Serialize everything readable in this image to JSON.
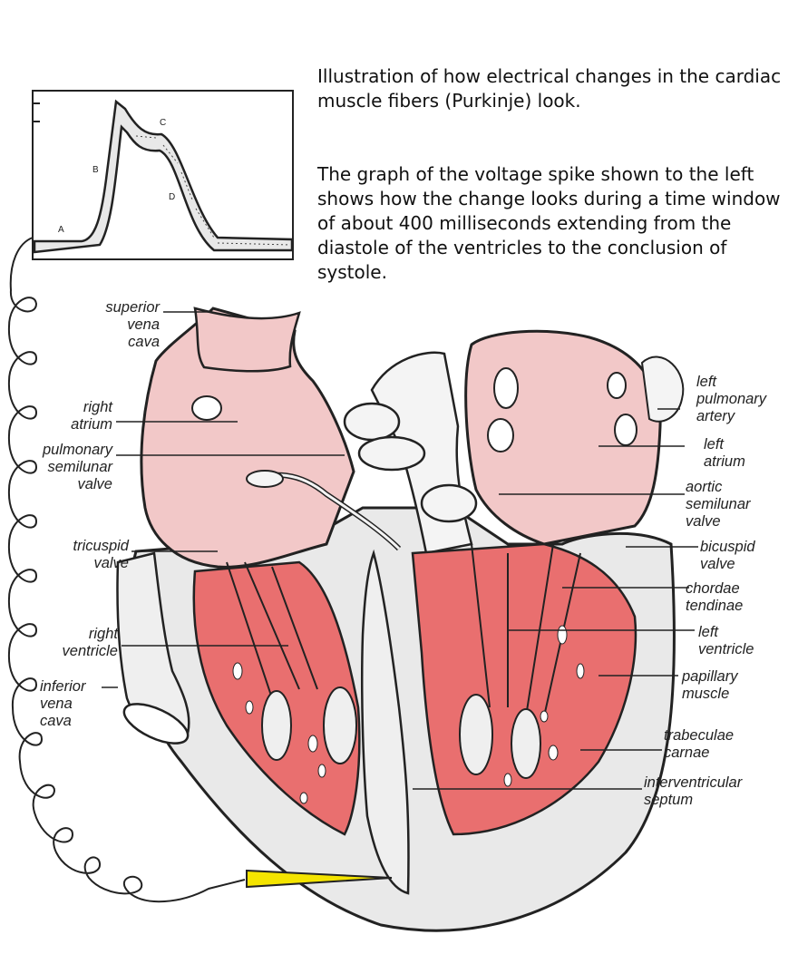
{
  "description": {
    "line1": "Illustration of how electrical changes in the cardiac muscle fibers (Purkinje) look.",
    "line2": "The graph of the voltage spike shown to the left shows how the change looks during a time window of about 400 milliseconds extending from the diastole of the ventricles to the conclusion of systole."
  },
  "graph_letters": {
    "a": "A",
    "b": "B",
    "c": "C",
    "d": "D"
  },
  "labels": {
    "superior_vena_cava": "superior\nvena\ncava",
    "right_atrium": "right\natrium",
    "pulmonary_semilunar_valve": "pulmonary\nsemilunar\nvalve",
    "tricuspid_valve": "tricuspid\nvalve",
    "right_ventricle": "right\nventricle",
    "inferior_vena_cava": "inferior\nvena\ncava",
    "left_pulmonary_artery": "left\npulmonary\nartery",
    "left_atrium": "left\natrium",
    "aortic_semilunar_valve": "aortic\nsemilunar\nvalve",
    "bicuspid_valve": "bicuspid\nvalve",
    "chordae_tendinae": "chordae\ntendinae",
    "left_ventricle": "left\nventricle",
    "papillary_muscle": "papillary\nmuscle",
    "trabeculae_carnae": "trabeculae\ncarnae",
    "interventricular_septum": "interventricular\nseptum"
  },
  "colors": {
    "atrium_fill": "#f2c8c8",
    "ventricle_fill": "#e96f6f",
    "probe": "#f4e400",
    "ink": "#222222"
  }
}
